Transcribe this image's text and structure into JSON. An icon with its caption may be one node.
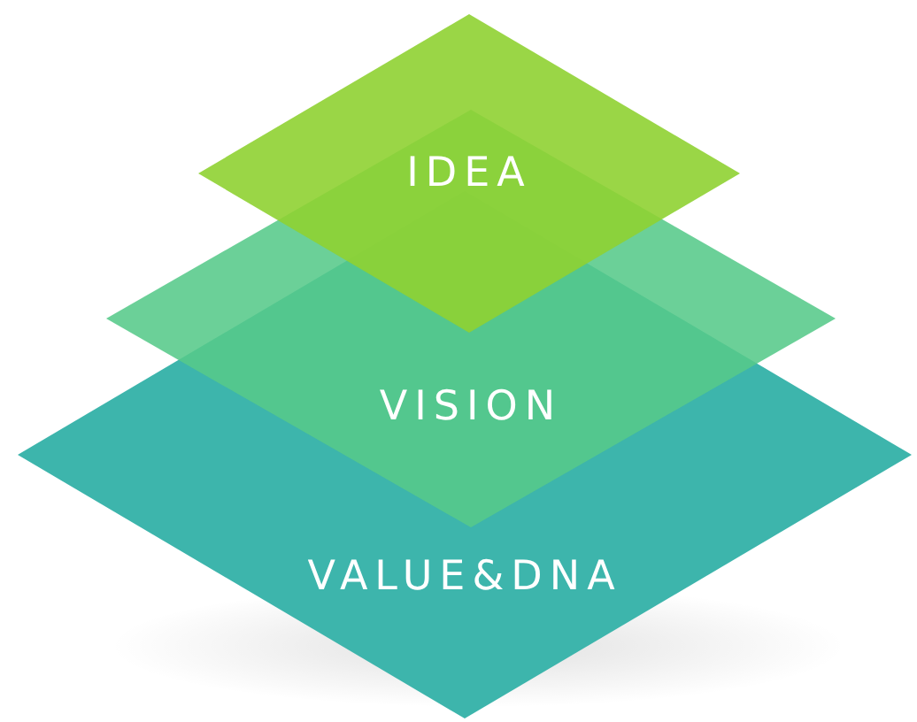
{
  "diagram": {
    "nodes": [
      {
        "text": [
          "VALUE&DNA"
        ]
      },
      {
        "text": [
          "VISION"
        ]
      },
      {
        "text": [
          "IDEA"
        ]
      }
    ]
  }
}
